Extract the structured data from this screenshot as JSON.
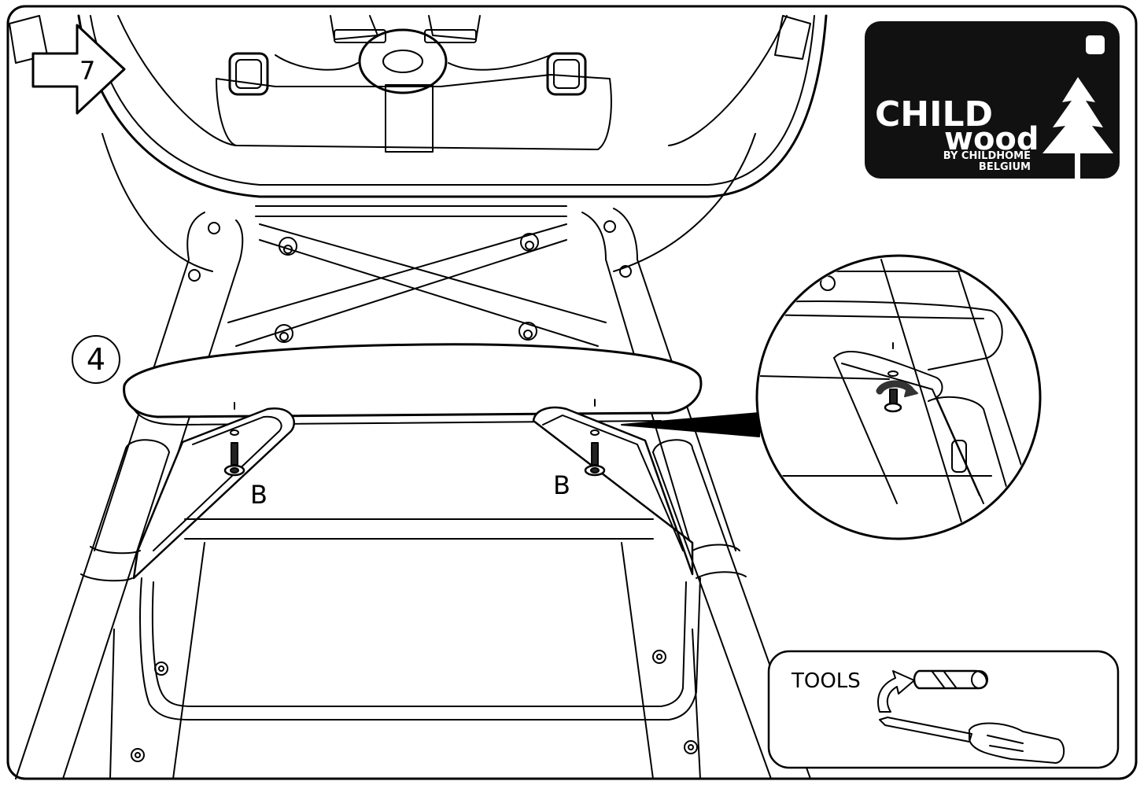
{
  "step": {
    "next_step_number": "7",
    "current_step_number": "4"
  },
  "logo": {
    "line1": "CHILD",
    "line2": "wood",
    "line3": "BY CHILDHOME",
    "line4": "BELGIUM"
  },
  "screw_labels": {
    "left": "B",
    "right": "B"
  },
  "tools": {
    "title": "TOOLS"
  },
  "colors": {
    "line": "#000000",
    "logo_background": "#111111",
    "screw_head": "#222222",
    "fill": "#ffffff"
  }
}
